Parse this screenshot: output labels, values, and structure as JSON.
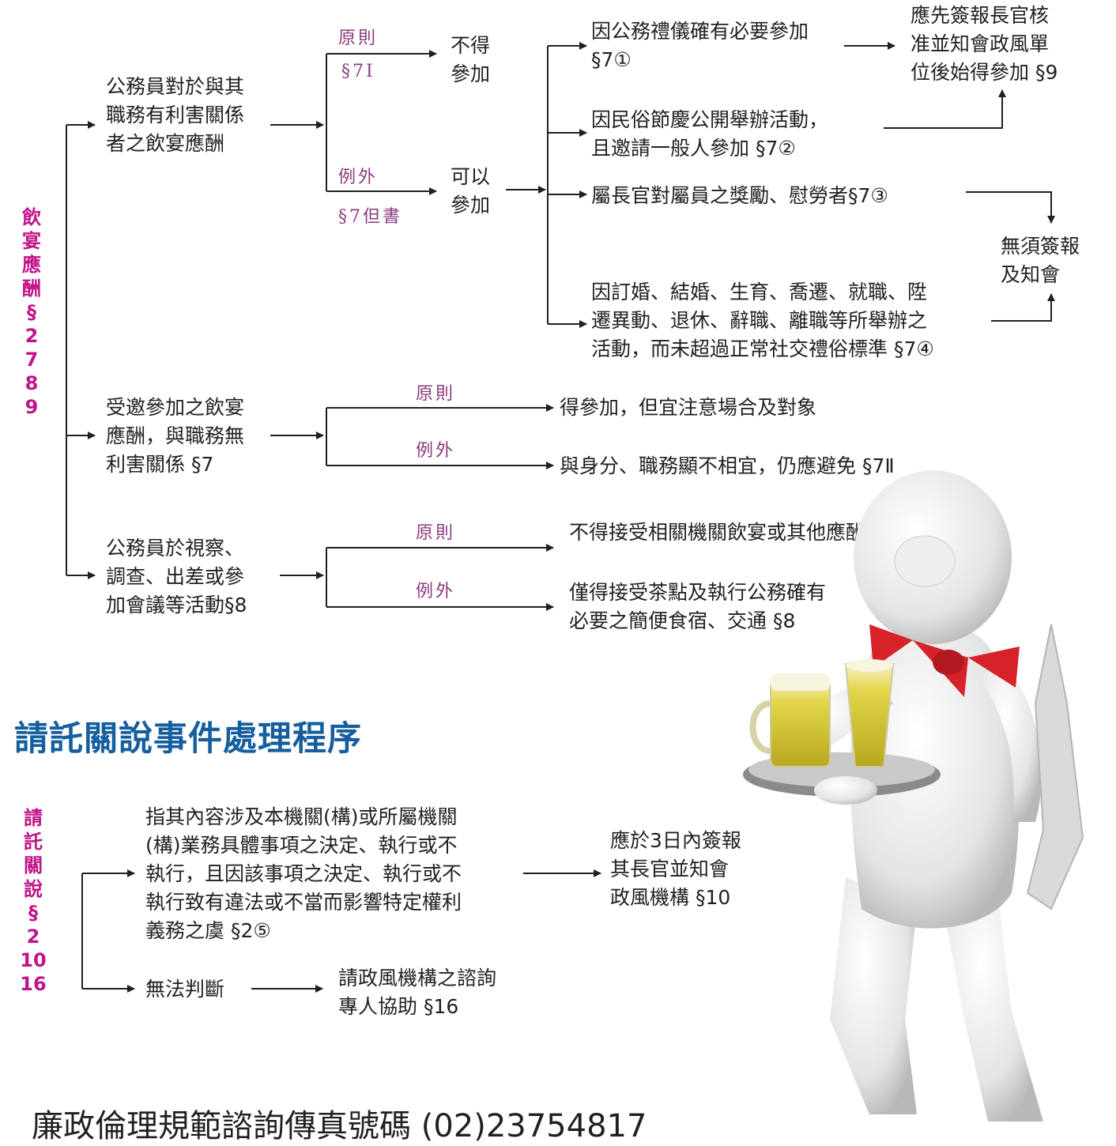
{
  "sidebar1": {
    "chars": [
      "飲",
      "宴",
      "應",
      "酬",
      "§",
      "2",
      "7",
      "8",
      "9"
    ]
  },
  "sidebar2": {
    "chars": [
      "請",
      "託",
      "關",
      "說",
      "§",
      "2",
      "10",
      "16"
    ]
  },
  "section1": {
    "node_interest": [
      "公務員對於與其",
      "職務有利害關係",
      "者之飲宴應酬"
    ],
    "label_principle_1": "原則",
    "ref_principle_1": "§7Ⅰ",
    "label_exception_1": "例外",
    "ref_exception_1": "§7但書",
    "result_no": [
      "不得",
      "參加"
    ],
    "result_yes": [
      "可以",
      "參加"
    ],
    "case_1": [
      "因公務禮儀確有必要參加",
      "§7①"
    ],
    "case_2": [
      "因民俗節慶公開舉辦活動，",
      "且邀請一般人參加 §7②"
    ],
    "case_3": "屬長官對屬員之獎勵、慰勞者§7③",
    "case_4": [
      "因訂婚、結婚、生育、喬遷、就職、陞",
      "遷異動、退休、辭職、離職等所舉辦之",
      "活動，而未超過正常社交禮俗標準 §7④"
    ],
    "outcome_report": [
      "應先簽報長官核",
      "准並知會政風單",
      "位後始得參加 §9"
    ],
    "outcome_no_report": [
      "無須簽報",
      "及知會"
    ],
    "node_no_interest": [
      "受邀參加之飲宴",
      "應酬，與職務無",
      "利害關係 §7"
    ],
    "label_principle_2": "原則",
    "label_exception_2": "例外",
    "result_principle_2": "得參加，但宜注意場合及對象",
    "result_exception_2": "與身分、職務顯不相宜，仍應避免 §7Ⅱ",
    "node_inspection": [
      "公務員於視察、",
      "調查、出差或參",
      "加會議等活動§8"
    ],
    "label_principle_3": "原則",
    "label_exception_3": "例外",
    "result_principle_3": "不得接受相關機關飲宴或其他應酬活動 §8",
    "result_exception_3": [
      "僅得接受茶點及執行公務確有",
      "必要之簡便食宿、交通 §8"
    ]
  },
  "section2": {
    "heading": "請託關說事件處理程序",
    "definition": [
      "指其內容涉及本機關(構)或所屬機關",
      "(構)業務具體事項之決定、執行或不",
      "執行，且因該事項之決定、執行或不",
      "執行致有違法或不當而影響特定權利",
      "義務之虞 §2⑤"
    ],
    "report": [
      "應於3日內簽報",
      "其長官並知會",
      "政風機構 §10"
    ],
    "undetermined": "無法判斷",
    "consult": [
      "請政風機構之諮詢",
      "專人協助 §16"
    ]
  },
  "footer": {
    "text": "廉政倫理規範諮詢傳真號碼 (02)23754817"
  }
}
